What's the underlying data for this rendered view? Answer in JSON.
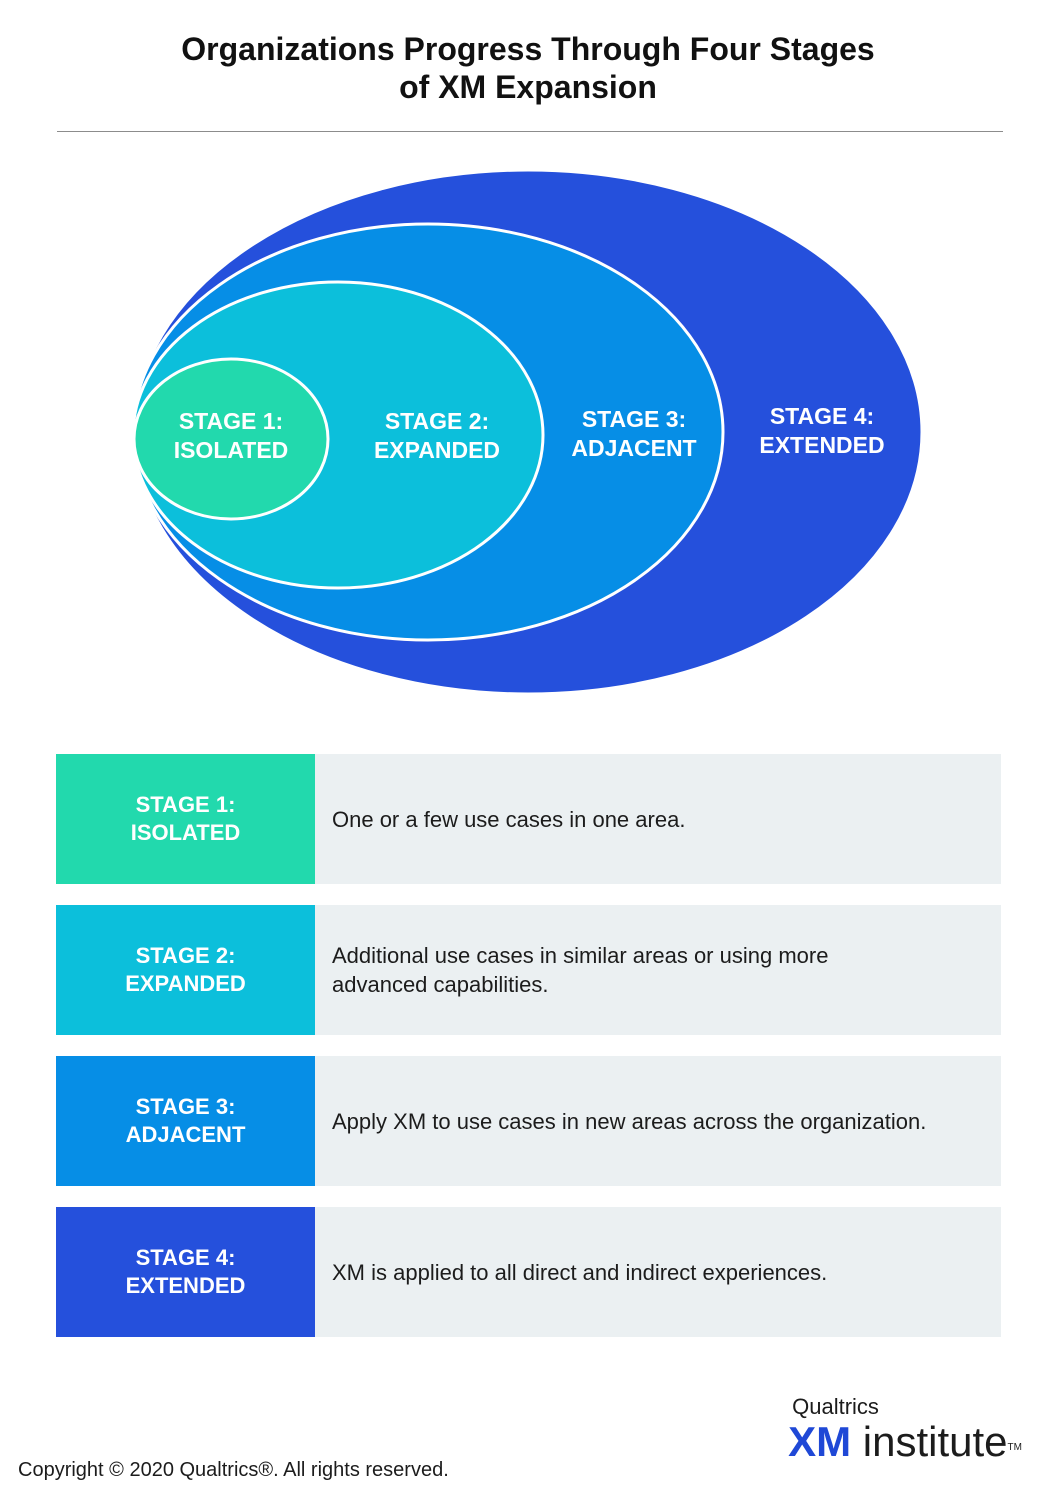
{
  "title": {
    "line1": "Organizations Progress Through Four Stages",
    "line2": "of XM Expansion"
  },
  "colors": {
    "stage1": "#22d9ad",
    "stage2": "#0cbfdb",
    "stage3": "#068ee6",
    "stage4": "#2550dc",
    "row_background": "#ebf0f2"
  },
  "diagram": {
    "stage1": {
      "line1": "STAGE 1:",
      "line2": "ISOLATED"
    },
    "stage2": {
      "line1": "STAGE 2:",
      "line2": "EXPANDED"
    },
    "stage3": {
      "line1": "STAGE 3:",
      "line2": "ADJACENT"
    },
    "stage4": {
      "line1": "STAGE 4:",
      "line2": "EXTENDED"
    }
  },
  "stages": [
    {
      "line1": "STAGE 1:",
      "line2": "ISOLATED",
      "description_lines": [
        "One or a few use cases in one area."
      ]
    },
    {
      "line1": "STAGE 2:",
      "line2": "EXPANDED",
      "description_lines": [
        "Additional use cases in similar areas or using more",
        "advanced capabilities."
      ]
    },
    {
      "line1": "STAGE 3:",
      "line2": "ADJACENT",
      "description_lines": [
        "Apply XM to use cases in new areas across the organization."
      ]
    },
    {
      "line1": "STAGE 4:",
      "line2": "EXTENDED",
      "description_lines": [
        "XM is applied to all direct and indirect experiences."
      ]
    }
  ],
  "logo": {
    "brand": "Qualtrics",
    "xm": "XM",
    "institute": "institute",
    "tm": "TM"
  },
  "copyright": "Copyright © 2020 Qualtrics®.  All rights reserved."
}
